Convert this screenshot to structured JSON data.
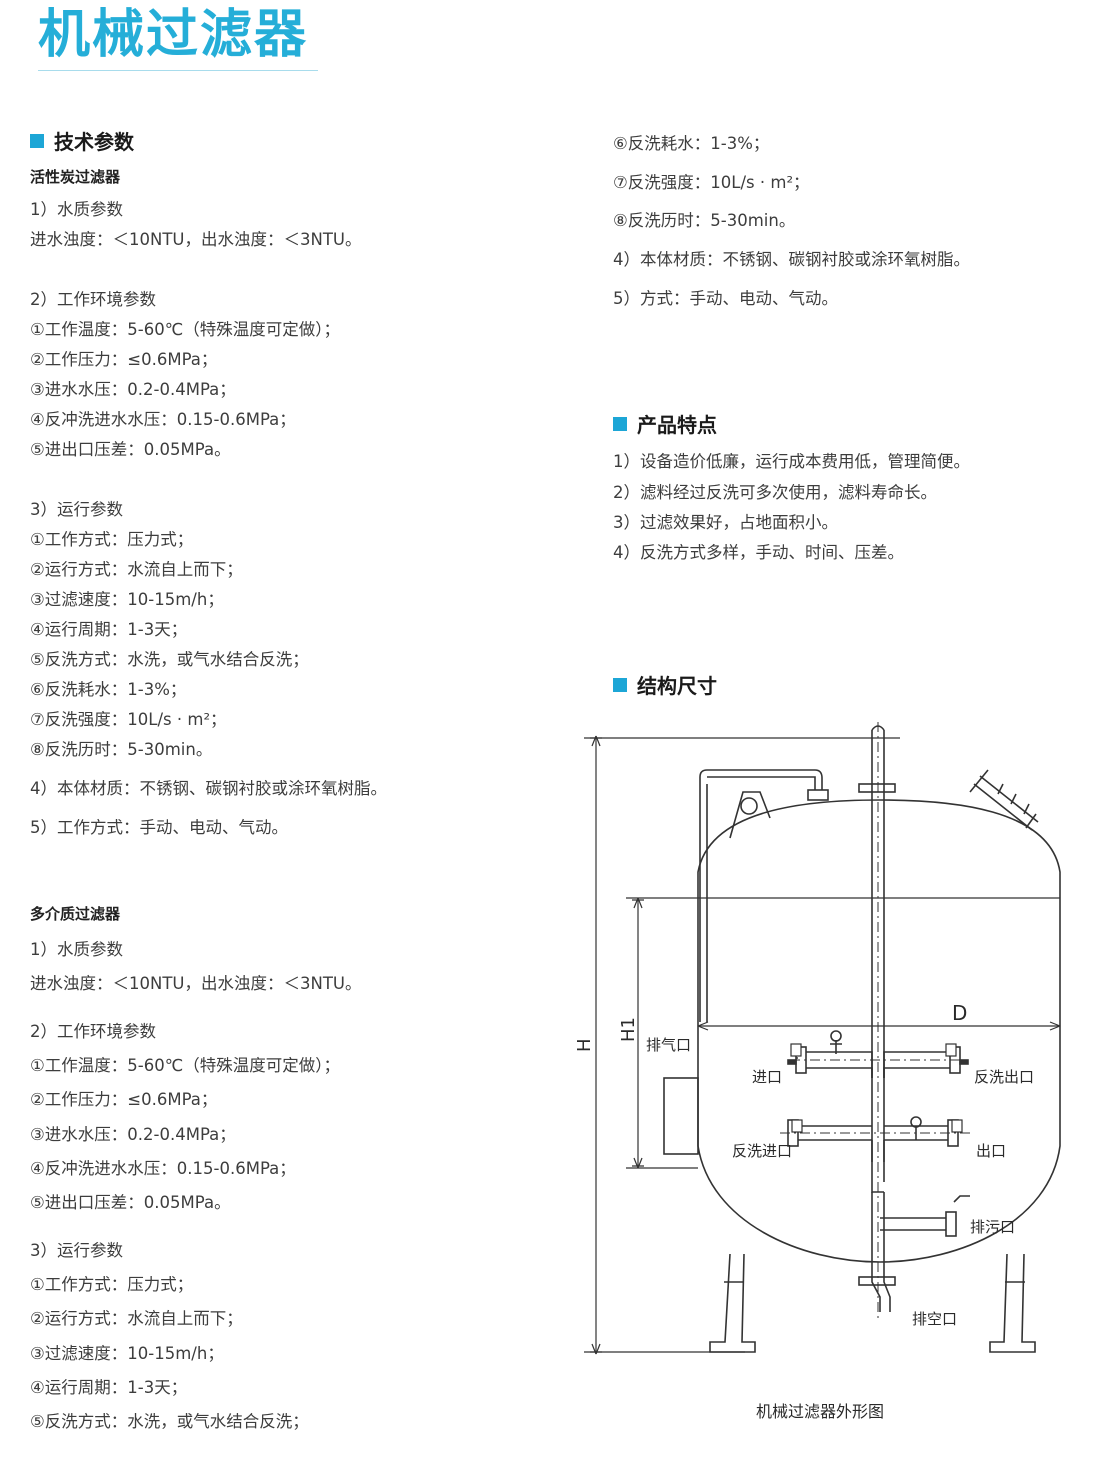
{
  "page_title": "机械过滤器",
  "left": {
    "section_title": "技术参数",
    "carbon": {
      "title": "活性炭过滤器",
      "lines": [
        "1）水质参数",
        "进水浊度：＜10NTU，出水浊度：＜3NTU。",
        "2）工作环境参数",
        "①工作温度：5-60℃（特殊温度可定做）；",
        "②工作压力：≤0.6MPa；",
        "③进水水压：0.2-0.4MPa；",
        "④反冲洗进水水压：0.15-0.6MPa；",
        "⑤进出口压差：0.05MPa。",
        "3）运行参数",
        "①工作方式：压力式；",
        "②运行方式：水流自上而下；",
        "③过滤速度：10-15m/h；",
        "④运行周期：1-3天；",
        "⑤反洗方式：水洗，或气水结合反洗；",
        "⑥反洗耗水：1-3%；",
        "⑦反洗强度：10L/s · m²；",
        "⑧反洗历时：5-30min。",
        "4）本体材质：不锈钢、碳钢衬胶或涂环氧树脂。",
        "5）工作方式：手动、电动、气动。"
      ]
    },
    "multimedia": {
      "title": "多介质过滤器",
      "lines": [
        "1）水质参数",
        "进水浊度：＜10NTU，出水浊度：＜3NTU。",
        "2）工作环境参数",
        "①工作温度：5-60℃（特殊温度可定做）；",
        "②工作压力：≤0.6MPa；",
        "③进水水压：0.2-0.4MPa；",
        "④反冲洗进水水压：0.15-0.6MPa；",
        "⑤进出口压差：0.05MPa。",
        "3）运行参数",
        "①工作方式：压力式；",
        "②运行方式：水流自上而下；",
        "③过滤速度：10-15m/h；",
        "④运行周期：1-3天；",
        "⑤反洗方式：水洗，或气水结合反洗；"
      ]
    }
  },
  "right": {
    "continued_lines": [
      "⑥反洗耗水：1-3%；",
      "⑦反洗强度：10L/s · m²；",
      "⑧反洗历时：5-30min。",
      "4）本体材质：不锈钢、碳钢衬胶或涂环氧树脂。",
      "5）方式：手动、电动、气动。"
    ],
    "features_title": "产品特点",
    "features": [
      "1）设备造价低廉，运行成本费用低，管理简便。",
      "2）滤料经过反洗可多次使用，滤料寿命长。",
      "3）过滤效果好，占地面积小。",
      "4）反洗方式多样，手动、时间、压差。"
    ],
    "structure_title": "结构尺寸"
  },
  "diagram": {
    "labels": {
      "H": "H",
      "H1": "H1",
      "D": "D",
      "vent": "排气口",
      "inlet": "进口",
      "backwash_outlet": "反洗出口",
      "backwash_inlet": "反洗进口",
      "outlet": "出口",
      "sewage": "排污口",
      "drain": "排空口"
    },
    "caption": "机械过滤器外形图"
  }
}
